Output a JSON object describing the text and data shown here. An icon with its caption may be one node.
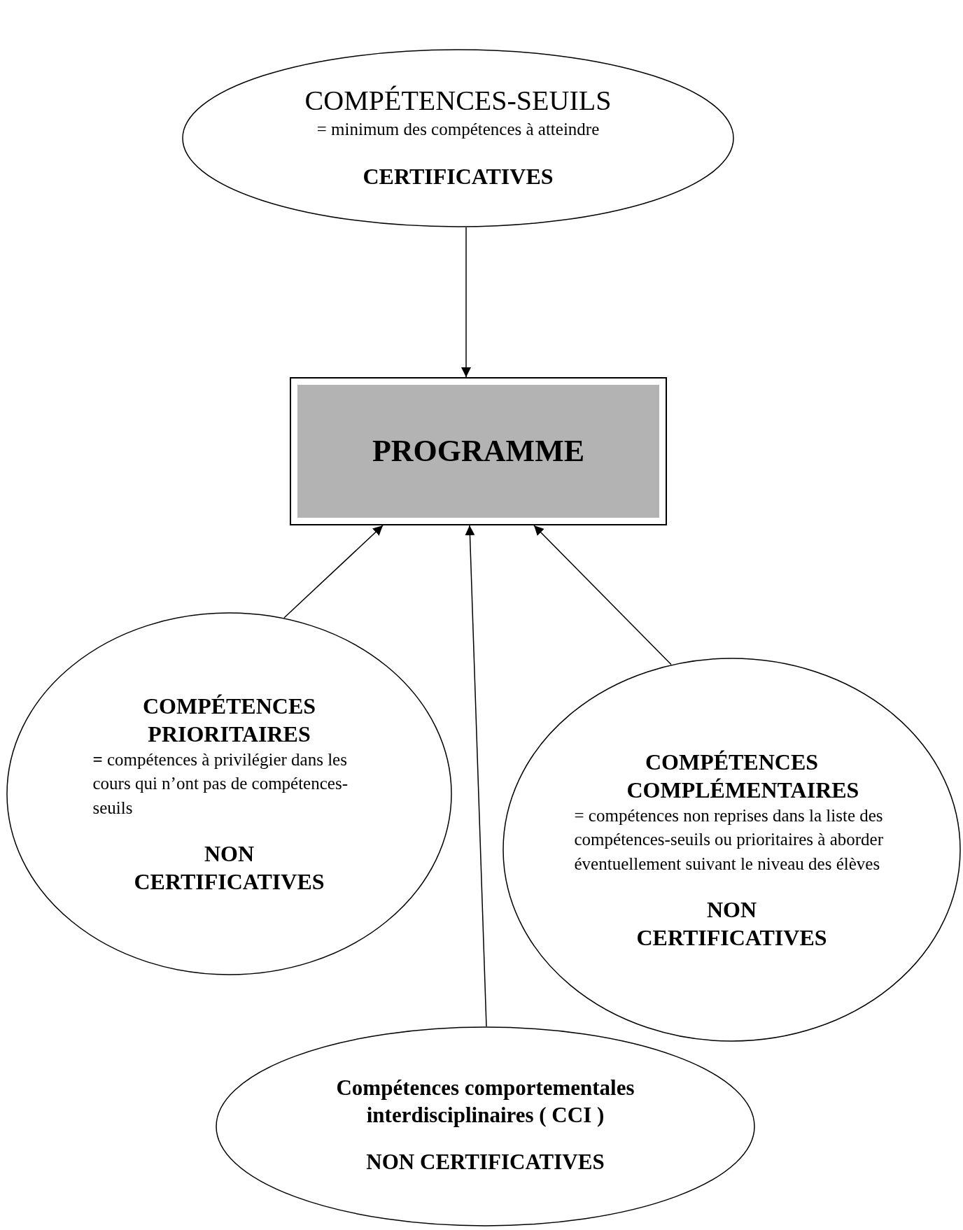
{
  "diagram": {
    "nodes": [
      {
        "text": [
          "COMPÉTENCES-SEUILS",
          "= minimum des compétences à atteindre",
          "CERTIFICATIVES"
        ]
      },
      {
        "text": [
          "PROGRAMME"
        ]
      },
      {
        "text": [
          "COMPÉTENCES PRIORITAIRES",
          "**=** compétences à privilégier dans les cours qui n’ont pas de compétences-seuils",
          "NON CERTIFICATIVES"
        ]
      },
      {
        "text": [
          "COMPÉTENCES COMPLÉMENTAIRES",
          "= compétences non reprises dans la liste des compétences-seuils ou prioritaires à aborder éventuellement suivant le niveau des élèves",
          "NON CERTIFICATIVES"
        ]
      },
      {
        "text": [
          "Compétences comportementales interdisciplinaires ( CCI )",
          "NON CERTIFICATIVES"
        ]
      }
    ],
    "edges": [
      {
        "from": 0,
        "to": 1,
        "arrow": "to"
      },
      {
        "from": 2,
        "to": 1,
        "arrow": "to"
      },
      {
        "from": 4,
        "to": 1,
        "arrow": "to"
      },
      {
        "from": 3,
        "to": 1,
        "arrow": "to"
      }
    ]
  }
}
